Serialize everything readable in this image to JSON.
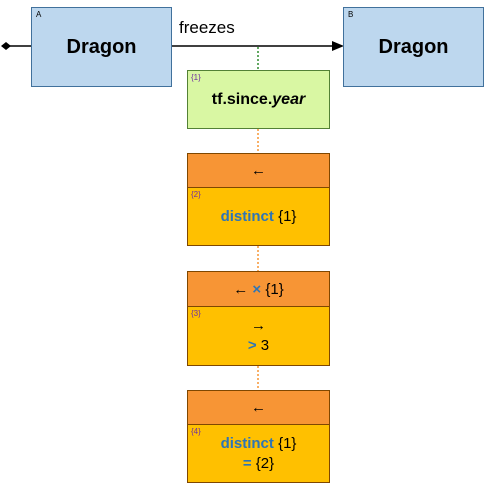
{
  "source_node": {
    "tag": "A",
    "label": "Dragon"
  },
  "target_node": {
    "tag": "B",
    "label": "Dragon"
  },
  "edge": {
    "label": "freezes"
  },
  "condition": {
    "index": "{1}",
    "prefix": "tf.since.",
    "var": "year"
  },
  "steps": [
    {
      "header_arrow": "←",
      "header_rest": "",
      "header_op": "",
      "index": "{2}",
      "lines": [
        {
          "arrow": "",
          "op": "",
          "kw": "distinct",
          "rest": " {1}"
        }
      ]
    },
    {
      "header_arrow": "←",
      "header_op": " × ",
      "header_rest": "{1}",
      "index": "{3}",
      "lines": [
        {
          "arrow": "→",
          "op": "",
          "kw": "",
          "rest": ""
        },
        {
          "arrow": "",
          "op": ">",
          "kw": "",
          "rest": " 3"
        }
      ]
    },
    {
      "header_arrow": "←",
      "header_rest": "",
      "header_op": "",
      "index": "{4}",
      "lines": [
        {
          "arrow": "",
          "op": "",
          "kw": "distinct",
          "rest": " {1}"
        },
        {
          "arrow": "",
          "op": "=",
          "kw": "",
          "rest": " {2}"
        }
      ]
    }
  ],
  "colors": {
    "node_fill": "#bdd7ee",
    "condition_fill": "#d9f7a3",
    "header_fill": "#f79535",
    "block_fill": "#ffc000",
    "keyword": "#2e75b6",
    "index": "#7030a0"
  }
}
